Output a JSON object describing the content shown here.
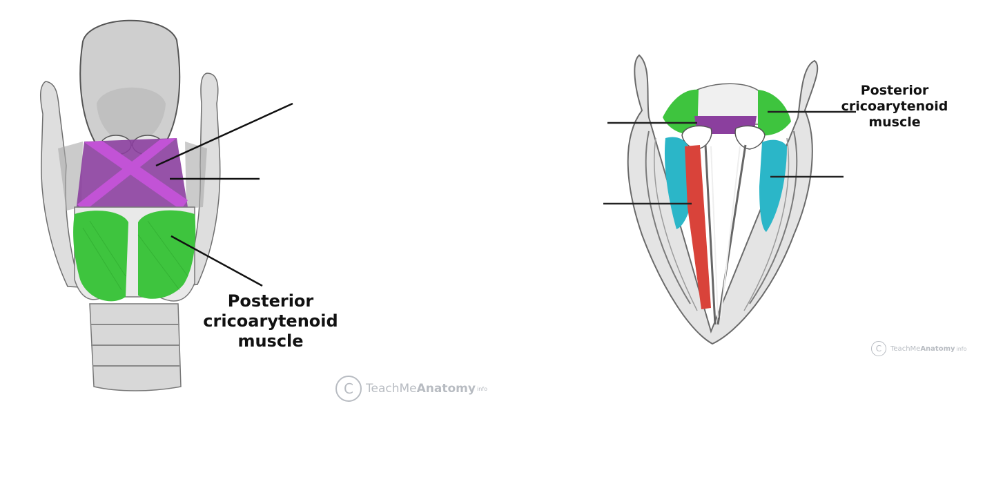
{
  "left_figure": {
    "label_line1": "Posterior",
    "label_line2": "cricoarytenoid",
    "label_line3": "muscle",
    "watermark_prefix": "TeachMe",
    "watermark_brand": "Anatomy",
    "watermark_suffix": "info"
  },
  "right_figure": {
    "label_line1": "Posterior",
    "label_line2": "cricoarytenoid",
    "label_line3": "muscle",
    "watermark_prefix": "TeachMe",
    "watermark_brand": "Anatomy",
    "watermark_suffix": "info"
  },
  "watermark_symbol": "C",
  "colors": {
    "cartilage_fill": "#e2e2e2",
    "cartilage_stroke": "#6e6e6e",
    "arytenoid_muscle": "#c253d6",
    "arytenoid_dark": "#8b3f9e",
    "posterior_cricoarytenoid": "#3ec43e",
    "lateral_cricoarytenoid": "#2bb6c8",
    "thyroarytenoid": "#d9433a",
    "watermark": "#b8bcc2"
  }
}
